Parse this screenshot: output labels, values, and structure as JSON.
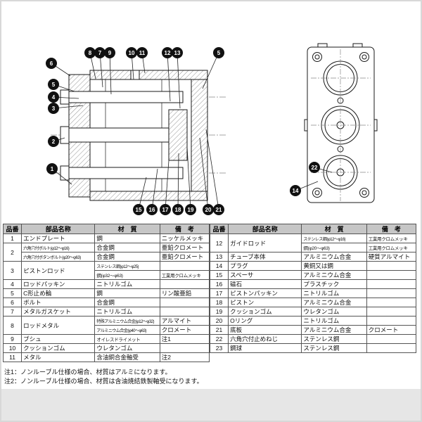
{
  "diagram": {
    "balloons": {
      "b1": "1",
      "b2": "2",
      "b3": "3",
      "b4": "4",
      "b5": "5",
      "b5b": "5",
      "b6": "6",
      "b7": "7",
      "b8": "8",
      "b9": "9",
      "b10": "10",
      "b11": "11",
      "b12": "12",
      "b13": "13",
      "b14": "14",
      "b15": "15",
      "b16": "16",
      "b17": "17",
      "b18": "18",
      "b19": "19",
      "b20": "20",
      "b21": "21",
      "b22": "22"
    }
  },
  "parts_table_left": {
    "headers": [
      "品番",
      "部品名称",
      "材　質",
      "備　考"
    ],
    "rows": [
      {
        "no": "1",
        "name": "エンドプレート",
        "subs": [
          {
            "mat": "鋼",
            "note": "ニッケルメッキ"
          }
        ]
      },
      {
        "no": "2",
        "subs": [
          {
            "name": "六角穴付ボルト(φ12～φ16)",
            "mat": "合金鋼",
            "note": "亜鉛クロメート"
          },
          {
            "name": "六角穴付ボタンボルト(φ20～φ63)",
            "mat": "合金鋼",
            "note": "亜鉛クロメート"
          }
        ]
      },
      {
        "no": "3",
        "name": "ピストンロッド",
        "subs": [
          {
            "mat": "ステンレス鋼(φ12～φ25)",
            "note": ""
          },
          {
            "mat": "鋼(φ32～φ63)",
            "note": "工業用クロムメッキ"
          }
        ]
      },
      {
        "no": "4",
        "name": "ロッドパッキン",
        "subs": [
          {
            "mat": "ニトリルゴム",
            "note": ""
          }
        ]
      },
      {
        "no": "5",
        "name": "C形止め輪",
        "subs": [
          {
            "mat": "鋼",
            "note": "リン酸亜鉛"
          }
        ]
      },
      {
        "no": "6",
        "name": "ボルト",
        "subs": [
          {
            "mat": "合金鋼",
            "note": ""
          }
        ]
      },
      {
        "no": "7",
        "name": "メタルガスケット",
        "subs": [
          {
            "mat": "ニトリルゴム",
            "note": ""
          }
        ]
      },
      {
        "no": "8",
        "name": "ロッドメタル",
        "subs": [
          {
            "mat": "特殊アルミニウム合金(φ12～φ32)",
            "note": "アルマイト"
          },
          {
            "mat": "アルミニウム合金(φ40～φ63)",
            "note": "クロメート"
          }
        ]
      },
      {
        "no": "9",
        "name": "ブシュ",
        "subs": [
          {
            "mat": "オイレスドライメット",
            "note": "注1"
          }
        ]
      },
      {
        "no": "10",
        "name": "クッションゴム",
        "subs": [
          {
            "mat": "ウレタンゴム",
            "note": ""
          }
        ]
      },
      {
        "no": "11",
        "name": "メタル",
        "subs": [
          {
            "mat": "含油銅合金軸受",
            "note": "注2"
          }
        ]
      }
    ]
  },
  "parts_table_right": {
    "headers": [
      "品番",
      "部品名称",
      "材　質",
      "備　考"
    ],
    "rows": [
      {
        "no": "12",
        "name": "ガイドロッド",
        "subs": [
          {
            "mat": "ステンレス鋼(φ12～φ16)",
            "note": "工業用クロムメッキ"
          },
          {
            "mat": "鋼(φ20～φ63)",
            "note": "工業用クロムメッキ"
          }
        ]
      },
      {
        "no": "13",
        "name": "チューブ本体",
        "subs": [
          {
            "mat": "アルミニウム合金",
            "note": "硬質アルマイト"
          }
        ]
      },
      {
        "no": "14",
        "name": "プラグ",
        "subs": [
          {
            "mat": "黄銅又は鋼",
            "note": ""
          }
        ]
      },
      {
        "no": "15",
        "name": "スペーサ",
        "subs": [
          {
            "mat": "アルミニウム合金",
            "note": ""
          }
        ]
      },
      {
        "no": "16",
        "name": "磁石",
        "subs": [
          {
            "mat": "プラスチック",
            "note": ""
          }
        ]
      },
      {
        "no": "17",
        "name": "ピストンパッキン",
        "subs": [
          {
            "mat": "ニトリルゴム",
            "note": ""
          }
        ]
      },
      {
        "no": "18",
        "name": "ピストン",
        "subs": [
          {
            "mat": "アルミニウム合金",
            "note": ""
          }
        ]
      },
      {
        "no": "19",
        "name": "クッションゴム",
        "subs": [
          {
            "mat": "ウレタンゴム",
            "note": ""
          }
        ]
      },
      {
        "no": "20",
        "name": "Oリング",
        "subs": [
          {
            "mat": "ニトリルゴム",
            "note": ""
          }
        ]
      },
      {
        "no": "21",
        "name": "底板",
        "subs": [
          {
            "mat": "アルミニウム合金",
            "note": "クロメート"
          }
        ]
      },
      {
        "no": "22",
        "name": "六角穴付止めねじ",
        "subs": [
          {
            "mat": "ステンレス鋼",
            "note": ""
          }
        ]
      },
      {
        "no": "23",
        "name": "鋼球",
        "subs": [
          {
            "mat": "ステンレス鋼",
            "note": ""
          }
        ]
      }
    ]
  },
  "notes": [
    "注1：ノンルーブル仕様の場合、材質はアルミになります。",
    "注2：ノンルーブル仕様の場合、材質は含油焼結鉄製軸受になります。"
  ]
}
